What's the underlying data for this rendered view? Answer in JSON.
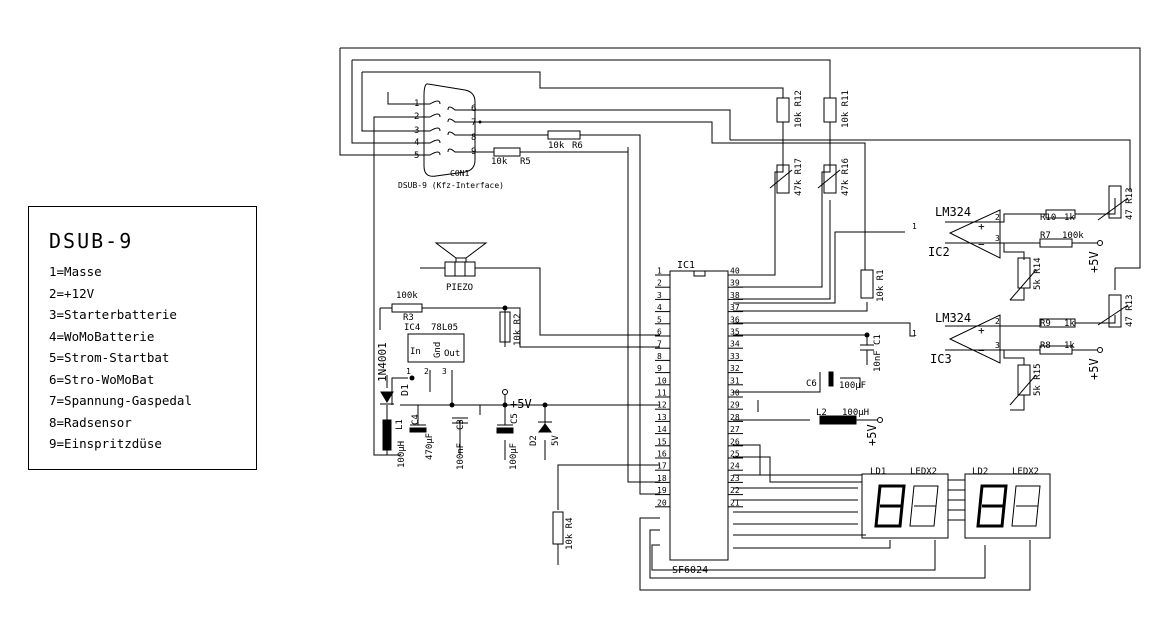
{
  "legend": {
    "title": "DSUB-9",
    "items": [
      "1=Masse",
      "2=+12V",
      "3=Starterbatterie",
      "4=WoMoBatterie",
      "5=Strom-Startbat",
      "6=Stro-WoMoBat",
      "7=Spannung-Gaspedal",
      "8=Radsensor",
      "9=Einspritzdüse"
    ]
  },
  "connector": {
    "ref": "CON1",
    "caption": "DSUB-9 (Kfz-Interface)",
    "pins_left": [
      "1",
      "2",
      "3",
      "4",
      "5"
    ],
    "pins_right": [
      "6",
      "7",
      "8",
      "9"
    ]
  },
  "ic1": {
    "ref": "IC1",
    "part": "SF6024",
    "pins_left": [
      "1",
      "2",
      "3",
      "4",
      "5",
      "6",
      "7",
      "8",
      "9",
      "10",
      "11",
      "12",
      "13",
      "14",
      "15",
      "16",
      "17",
      "18",
      "19",
      "20"
    ],
    "pins_right": [
      "40",
      "39",
      "38",
      "37",
      "36",
      "35",
      "34",
      "33",
      "32",
      "31",
      "30",
      "29",
      "28",
      "27",
      "26",
      "25",
      "24",
      "23",
      "22",
      "21"
    ]
  },
  "opamps": [
    {
      "ref": "IC2",
      "part": "LM324",
      "pin_out": "1",
      "pin_plus": "2",
      "pin_minus": "3"
    },
    {
      "ref": "IC3",
      "part": "LM324",
      "pin_out": "1",
      "pin_plus": "2",
      "pin_minus": "3"
    }
  ],
  "regulator": {
    "ref": "IC4",
    "part": "78L05",
    "in": "In",
    "gnd": "Gnd",
    "out": "Out",
    "pin1": "1",
    "pin2": "2",
    "pin3": "3"
  },
  "resistors": {
    "r1": {
      "ref": "R1",
      "value": "10k"
    },
    "r2": {
      "ref": "R2",
      "value": "10k"
    },
    "r3": {
      "ref": "R3",
      "value": "100k"
    },
    "r4": {
      "ref": "R4",
      "value": "10k"
    },
    "r5": {
      "ref": "R5",
      "value": "10k"
    },
    "r6": {
      "ref": "R6",
      "value": "10k"
    },
    "r7": {
      "ref": "R7",
      "value": "100k"
    },
    "r8": {
      "ref": "R8",
      "value": "1k"
    },
    "r9": {
      "ref": "R9",
      "value": "1k"
    },
    "r10": {
      "ref": "R10",
      "value": "1k"
    },
    "r11": {
      "ref": "R11",
      "value": "10k"
    },
    "r12": {
      "ref": "R12",
      "value": "10k"
    },
    "r13a": {
      "ref": "R13",
      "value": "47"
    },
    "r13b": {
      "ref": "R13",
      "value": "47"
    },
    "r14": {
      "ref": "R14",
      "value": "5k"
    },
    "r15": {
      "ref": "R15",
      "value": "5k"
    },
    "r16": {
      "ref": "R16",
      "value": "47k"
    },
    "r17": {
      "ref": "R17",
      "value": "47k"
    }
  },
  "capacitors": {
    "c1": {
      "ref": "C1",
      "value": "10nF"
    },
    "c3": {
      "ref": "C3",
      "value": "100nF"
    },
    "c4": {
      "ref": "C4",
      "value": "470µF"
    },
    "c5": {
      "ref": "C5",
      "value": "100µF"
    },
    "c6": {
      "ref": "C6",
      "value": "100µF"
    }
  },
  "inductors": {
    "l1": {
      "ref": "L1",
      "value": "100µH"
    },
    "l2": {
      "ref": "L2",
      "value": "100µH"
    }
  },
  "diodes": {
    "d1": {
      "ref": "D1",
      "part": "1N4001"
    },
    "d2": {
      "ref": "D2",
      "value": "5V"
    }
  },
  "piezo": {
    "label": "PIEZO"
  },
  "supply": {
    "plus5v": "+5V"
  },
  "displays": [
    {
      "ref": "LD1",
      "part": "LEDX2"
    },
    {
      "ref": "LD2",
      "part": "LEDX2"
    }
  ]
}
